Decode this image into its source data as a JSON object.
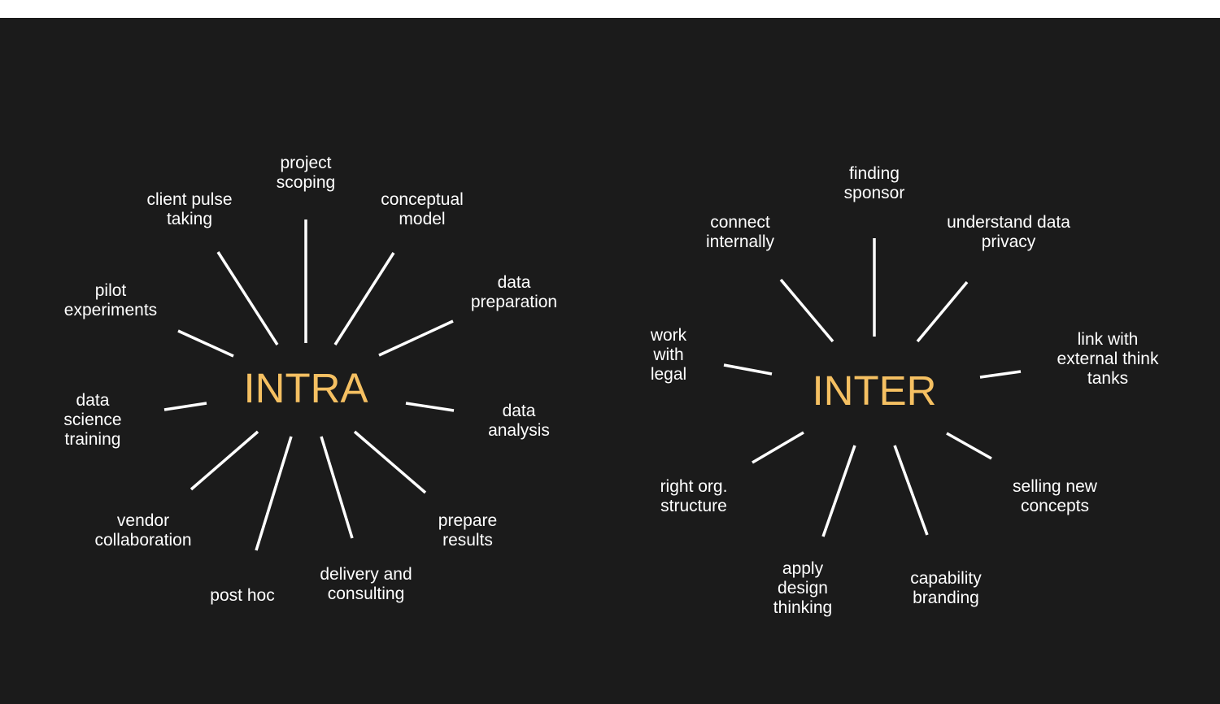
{
  "colors": {
    "background": "#1b1b1b",
    "hub": "#f5c062",
    "text": "#ffffff",
    "spoke": "#ffffff"
  },
  "intra": {
    "title": "INTRA",
    "labels": {
      "project_scoping": "project\nscoping",
      "client_pulse_taking": "client pulse\ntaking",
      "conceptual_model": "conceptual\nmodel",
      "data_preparation": "data\npreparation",
      "pilot_experiments": "pilot\nexperiments",
      "data_science_training": "data\nscience\ntraining",
      "data_analysis": "data\nanalysis",
      "vendor_collaboration": "vendor\ncollaboration",
      "prepare_results": "prepare\nresults",
      "post_hoc": "post hoc",
      "delivery_and_consulting": "delivery and\nconsulting"
    }
  },
  "inter": {
    "title": "INTER",
    "labels": {
      "finding_sponsor": "finding\nsponsor",
      "connect_internally": "connect\ninternally",
      "understand_data_privacy": "understand data\nprivacy",
      "work_with_legal": "work\nwith\nlegal",
      "link_with_external_think_tanks": "link with\nexternal think\ntanks",
      "right_org_structure": "right org.\nstructure",
      "selling_new_concepts": "selling new\nconcepts",
      "apply_design_thinking": "apply\ndesign\nthinking",
      "capability_branding": "capability\nbranding"
    }
  }
}
